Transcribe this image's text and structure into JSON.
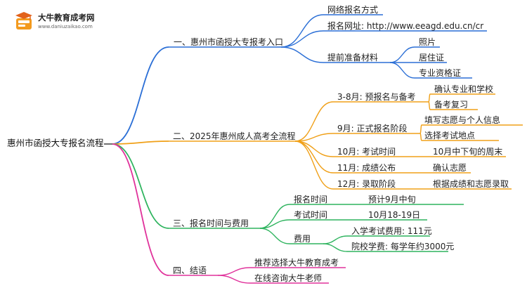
{
  "logo": {
    "name": "大牛教育成考网",
    "site": "www.daniuzaikao.com"
  },
  "colors": {
    "blue": "#2b6fd6",
    "orange": "#f0a018",
    "green": "#2fb45f",
    "pink": "#e0329b",
    "root": "#4a4a4a"
  },
  "mindmap": {
    "root": "惠州市函授大专报名流程",
    "branches": [
      {
        "label": "一、惠州市函授大专报考入口",
        "children": [
          {
            "label": "网络报名方式"
          },
          {
            "label": "报名网址: http://www.eeagd.edu.cn/cr"
          },
          {
            "label": "提前准备材料",
            "children": [
              {
                "label": "照片"
              },
              {
                "label": "居住证"
              },
              {
                "label": "专业资格证"
              }
            ]
          }
        ]
      },
      {
        "label": "二、2025年惠州成人高考全流程",
        "children": [
          {
            "label": "3-8月: 预报名与备考",
            "children": [
              {
                "label": "确认专业和学校"
              },
              {
                "label": "备考复习"
              }
            ]
          },
          {
            "label": "9月: 正式报名阶段",
            "children": [
              {
                "label": "填写志愿与个人信息"
              },
              {
                "label": "选择考试地点"
              }
            ]
          },
          {
            "label": "10月: 考试时间",
            "children": [
              {
                "label": "10月中下旬的周末"
              }
            ]
          },
          {
            "label": "11月: 成绩公布",
            "children": [
              {
                "label": "确认志愿"
              }
            ]
          },
          {
            "label": "12月: 录取阶段",
            "children": [
              {
                "label": "根据成绩和志愿录取"
              }
            ]
          }
        ]
      },
      {
        "label": "三、报名时间与费用",
        "children": [
          {
            "label": "报名时间",
            "children": [
              {
                "label": "预计9月中旬"
              }
            ]
          },
          {
            "label": "考试时间",
            "children": [
              {
                "label": "10月18-19日"
              }
            ]
          },
          {
            "label": "费用",
            "children": [
              {
                "label": "入学考试费用: 111元"
              },
              {
                "label": "院校学费: 每学年约3000元"
              }
            ]
          }
        ]
      },
      {
        "label": "四、结语",
        "children": [
          {
            "label": "推荐选择大牛教育成考"
          },
          {
            "label": "在线咨询大牛老师"
          }
        ]
      }
    ]
  }
}
